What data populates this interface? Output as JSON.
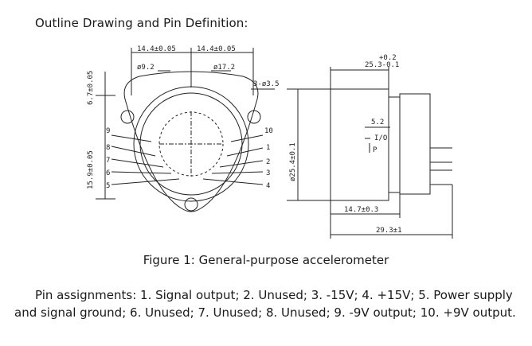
{
  "heading": "Outline Drawing and Pin Definition:",
  "drawing": {
    "dim_top_left": "14.4±0.05",
    "dim_top_right": "14.4±0.05",
    "dia_small": "ø9.2",
    "dia_large": "ø17.2",
    "holes": "3-ø3.5",
    "dim_left_top": "6.7±0.05",
    "dim_left_bottom": "15.9±0.05",
    "pins_left": [
      "9",
      "8",
      "7",
      "6",
      "5"
    ],
    "pins_right": [
      "10",
      "1",
      "2",
      "3",
      "4"
    ],
    "tol_plus": "+0.2",
    "tol_base": "25.3-0.1",
    "dim_5_2": "5.2",
    "label_io": "I/O",
    "label_p": "P",
    "dia_body": "ø25.4±0.1",
    "dim_14_7": "14.7±0.3",
    "dim_29_3": "29.3±1"
  },
  "caption": "Figure 1: General-purpose accelerometer",
  "pin_text": "Pin assignments: 1. Signal output; 2. Unused; 3. -15V; 4. +15V; 5. Power supply and signal ground; 6. Unused; 7. Unused; 8. Unused; 9. -9V output; 10. +9V output."
}
